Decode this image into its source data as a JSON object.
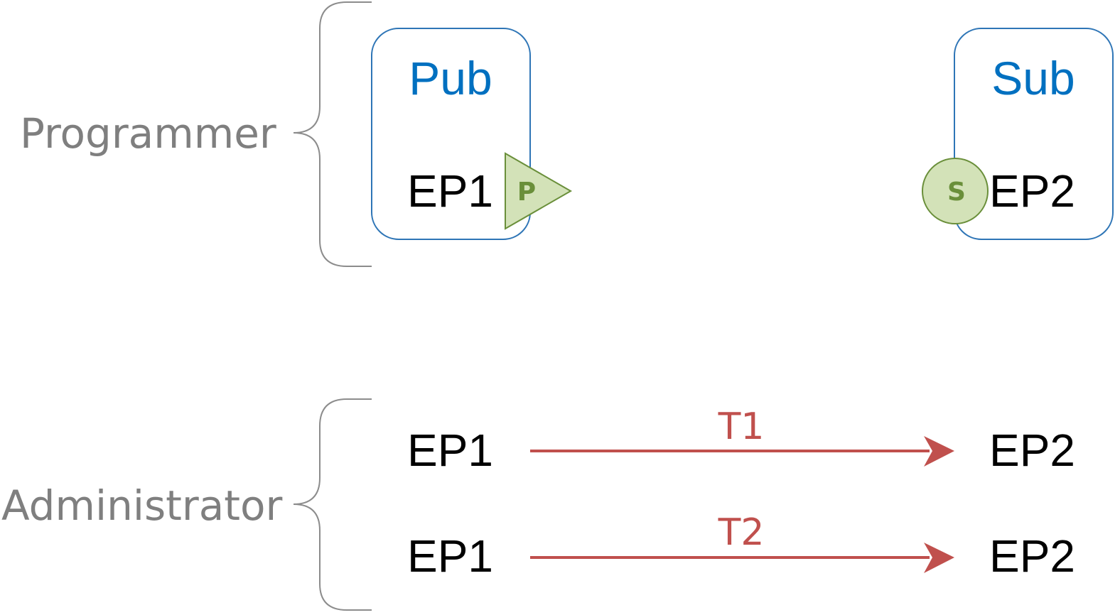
{
  "roles": {
    "programmer": "Programmer",
    "administrator": "Administrator"
  },
  "programmer_view": {
    "pub_box": {
      "title": "Pub",
      "endpoint": "EP1",
      "marker": "P"
    },
    "sub_box": {
      "title": "Sub",
      "endpoint": "EP2",
      "marker": "S"
    }
  },
  "administrator_view": {
    "links": [
      {
        "source": "EP1",
        "topic": "T1",
        "target": "EP2"
      },
      {
        "source": "EP1",
        "topic": "T2",
        "target": "EP2"
      }
    ]
  },
  "colors": {
    "role_text": "#7f7f7f",
    "box_border": "#2e75b6",
    "box_title": "#0070c0",
    "endpoint_text": "#000000",
    "marker_fill": "#d3e2b8",
    "marker_stroke": "#6a8f3a",
    "topic": "#c0504d",
    "brace": "#7f7f7f"
  }
}
